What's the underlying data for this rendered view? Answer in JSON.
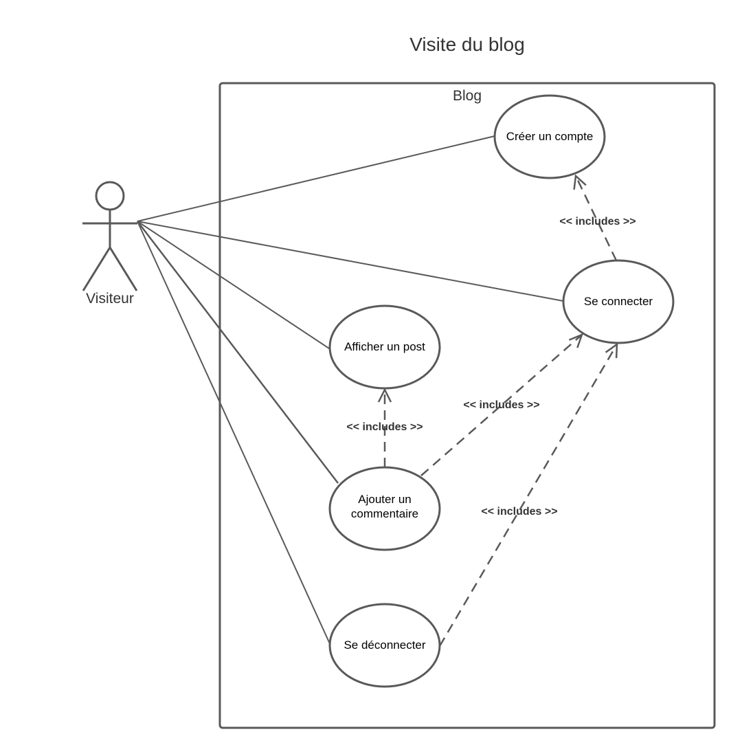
{
  "title": "Visite du blog",
  "system": {
    "label": "Blog"
  },
  "actor": {
    "label": "Visiteur"
  },
  "use_cases": {
    "creer_compte": {
      "lines": [
        "Créer un compte"
      ]
    },
    "se_connecter": {
      "lines": [
        "Se connecter"
      ]
    },
    "afficher_post": {
      "lines": [
        "Afficher un post"
      ]
    },
    "ajouter_commentaire": {
      "lines": [
        "Ajouter un",
        "commentaire"
      ]
    },
    "se_deconnecter": {
      "lines": [
        "Se déconnecter"
      ]
    }
  },
  "relations": [
    {
      "id": "inc-connect-create",
      "from": "se_connecter",
      "to": "creer_compte",
      "label": "<< includes >>"
    },
    {
      "id": "inc-comment-post",
      "from": "ajouter_commentaire",
      "to": "afficher_post",
      "label": "<< includes >>"
    },
    {
      "id": "inc-comment-connect",
      "from": "ajouter_commentaire",
      "to": "se_connecter",
      "label": "<< includes >>"
    },
    {
      "id": "inc-disconnect-connect",
      "from": "se_deconnecter",
      "to": "se_connecter",
      "label": "<< includes >>"
    }
  ],
  "associations": [
    "creer_compte",
    "se_connecter",
    "afficher_post",
    "ajouter_commentaire",
    "se_deconnecter"
  ],
  "colors": {
    "stroke": "#595959",
    "text": "#333333",
    "background": "#ffffff"
  }
}
